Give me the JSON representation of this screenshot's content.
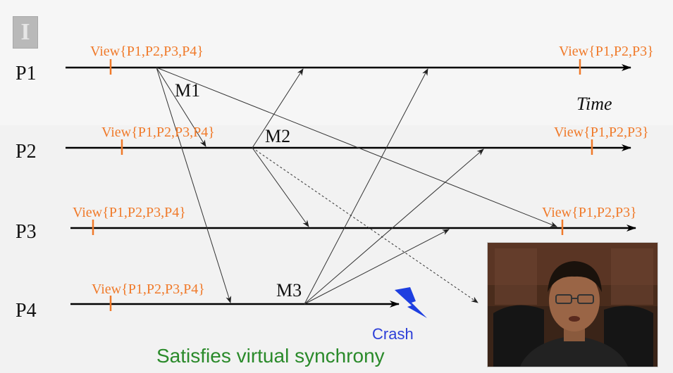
{
  "processes": {
    "p1": "P1",
    "p2": "P2",
    "p3": "P3",
    "p4": "P4"
  },
  "views": {
    "p1_start": "View{P1,P2,P3,P4}",
    "p1_end": "View{P1,P2,P3}",
    "p2_start": "View{P1,P2,P3,P4}",
    "p2_end": "View{P1,P2,P3}",
    "p3_start": "View{P1,P2,P3,P4}",
    "p3_end": "View{P1,P2,P3}",
    "p4_start": "View{P1,P2,P3,P4}"
  },
  "messages": {
    "m1": "M1",
    "m2": "M2",
    "m3": "M3"
  },
  "time_label": "Time",
  "crash_label": "Crash",
  "caption": "Satisfies virtual synchrony",
  "colors": {
    "view_marker": "#f07a2a",
    "caption": "#2a8a2a",
    "crash": "#2d3fd8",
    "crash_icon": "#1e3fe0"
  },
  "icons": {
    "logo": "illinois-i-logo",
    "crash": "lightning-bolt-icon"
  }
}
